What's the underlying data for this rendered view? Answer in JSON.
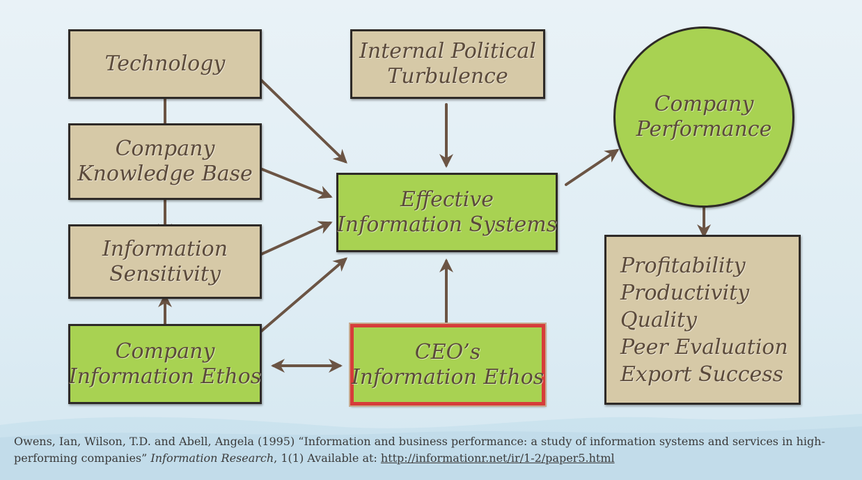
{
  "nodes": {
    "technology": {
      "lines": [
        "Technology"
      ]
    },
    "knowledge_base": {
      "lines": [
        "Company",
        "Knowledge Base"
      ]
    },
    "info_sensitivity": {
      "lines": [
        "Information",
        "Sensitivity"
      ]
    },
    "company_ethos": {
      "lines": [
        "Company",
        "Information Ethos"
      ]
    },
    "political_turbulence": {
      "lines": [
        "Internal Political",
        "Turbulence"
      ]
    },
    "effective_is": {
      "lines": [
        "Effective",
        "Information Systems"
      ]
    },
    "ceo_ethos": {
      "lines": [
        "CEO’s",
        "Information Ethos"
      ]
    },
    "company_performance": {
      "lines": [
        "Company",
        "Performance"
      ]
    },
    "outcomes": {
      "lines": [
        "Profitability",
        "Productivity",
        "Quality",
        "Peer Evaluation",
        "Export Success"
      ]
    }
  },
  "citation": {
    "authors": "Owens, Ian, Wilson, T.D. and Abell, Angela (1995)  “Information and business performance: a study of information systems and services in high-performing companies” ",
    "journal": "Information Research",
    "issue": ", 1(1) Available at: ",
    "url": "http://informationr.net/ir/1-2/paper5.html"
  },
  "colors": {
    "tan_box": "#d6c9a7",
    "green_box": "#a8d252",
    "red_border": "#d63d3a",
    "arrow": "#6b5444",
    "text": "#5b4a3b"
  }
}
